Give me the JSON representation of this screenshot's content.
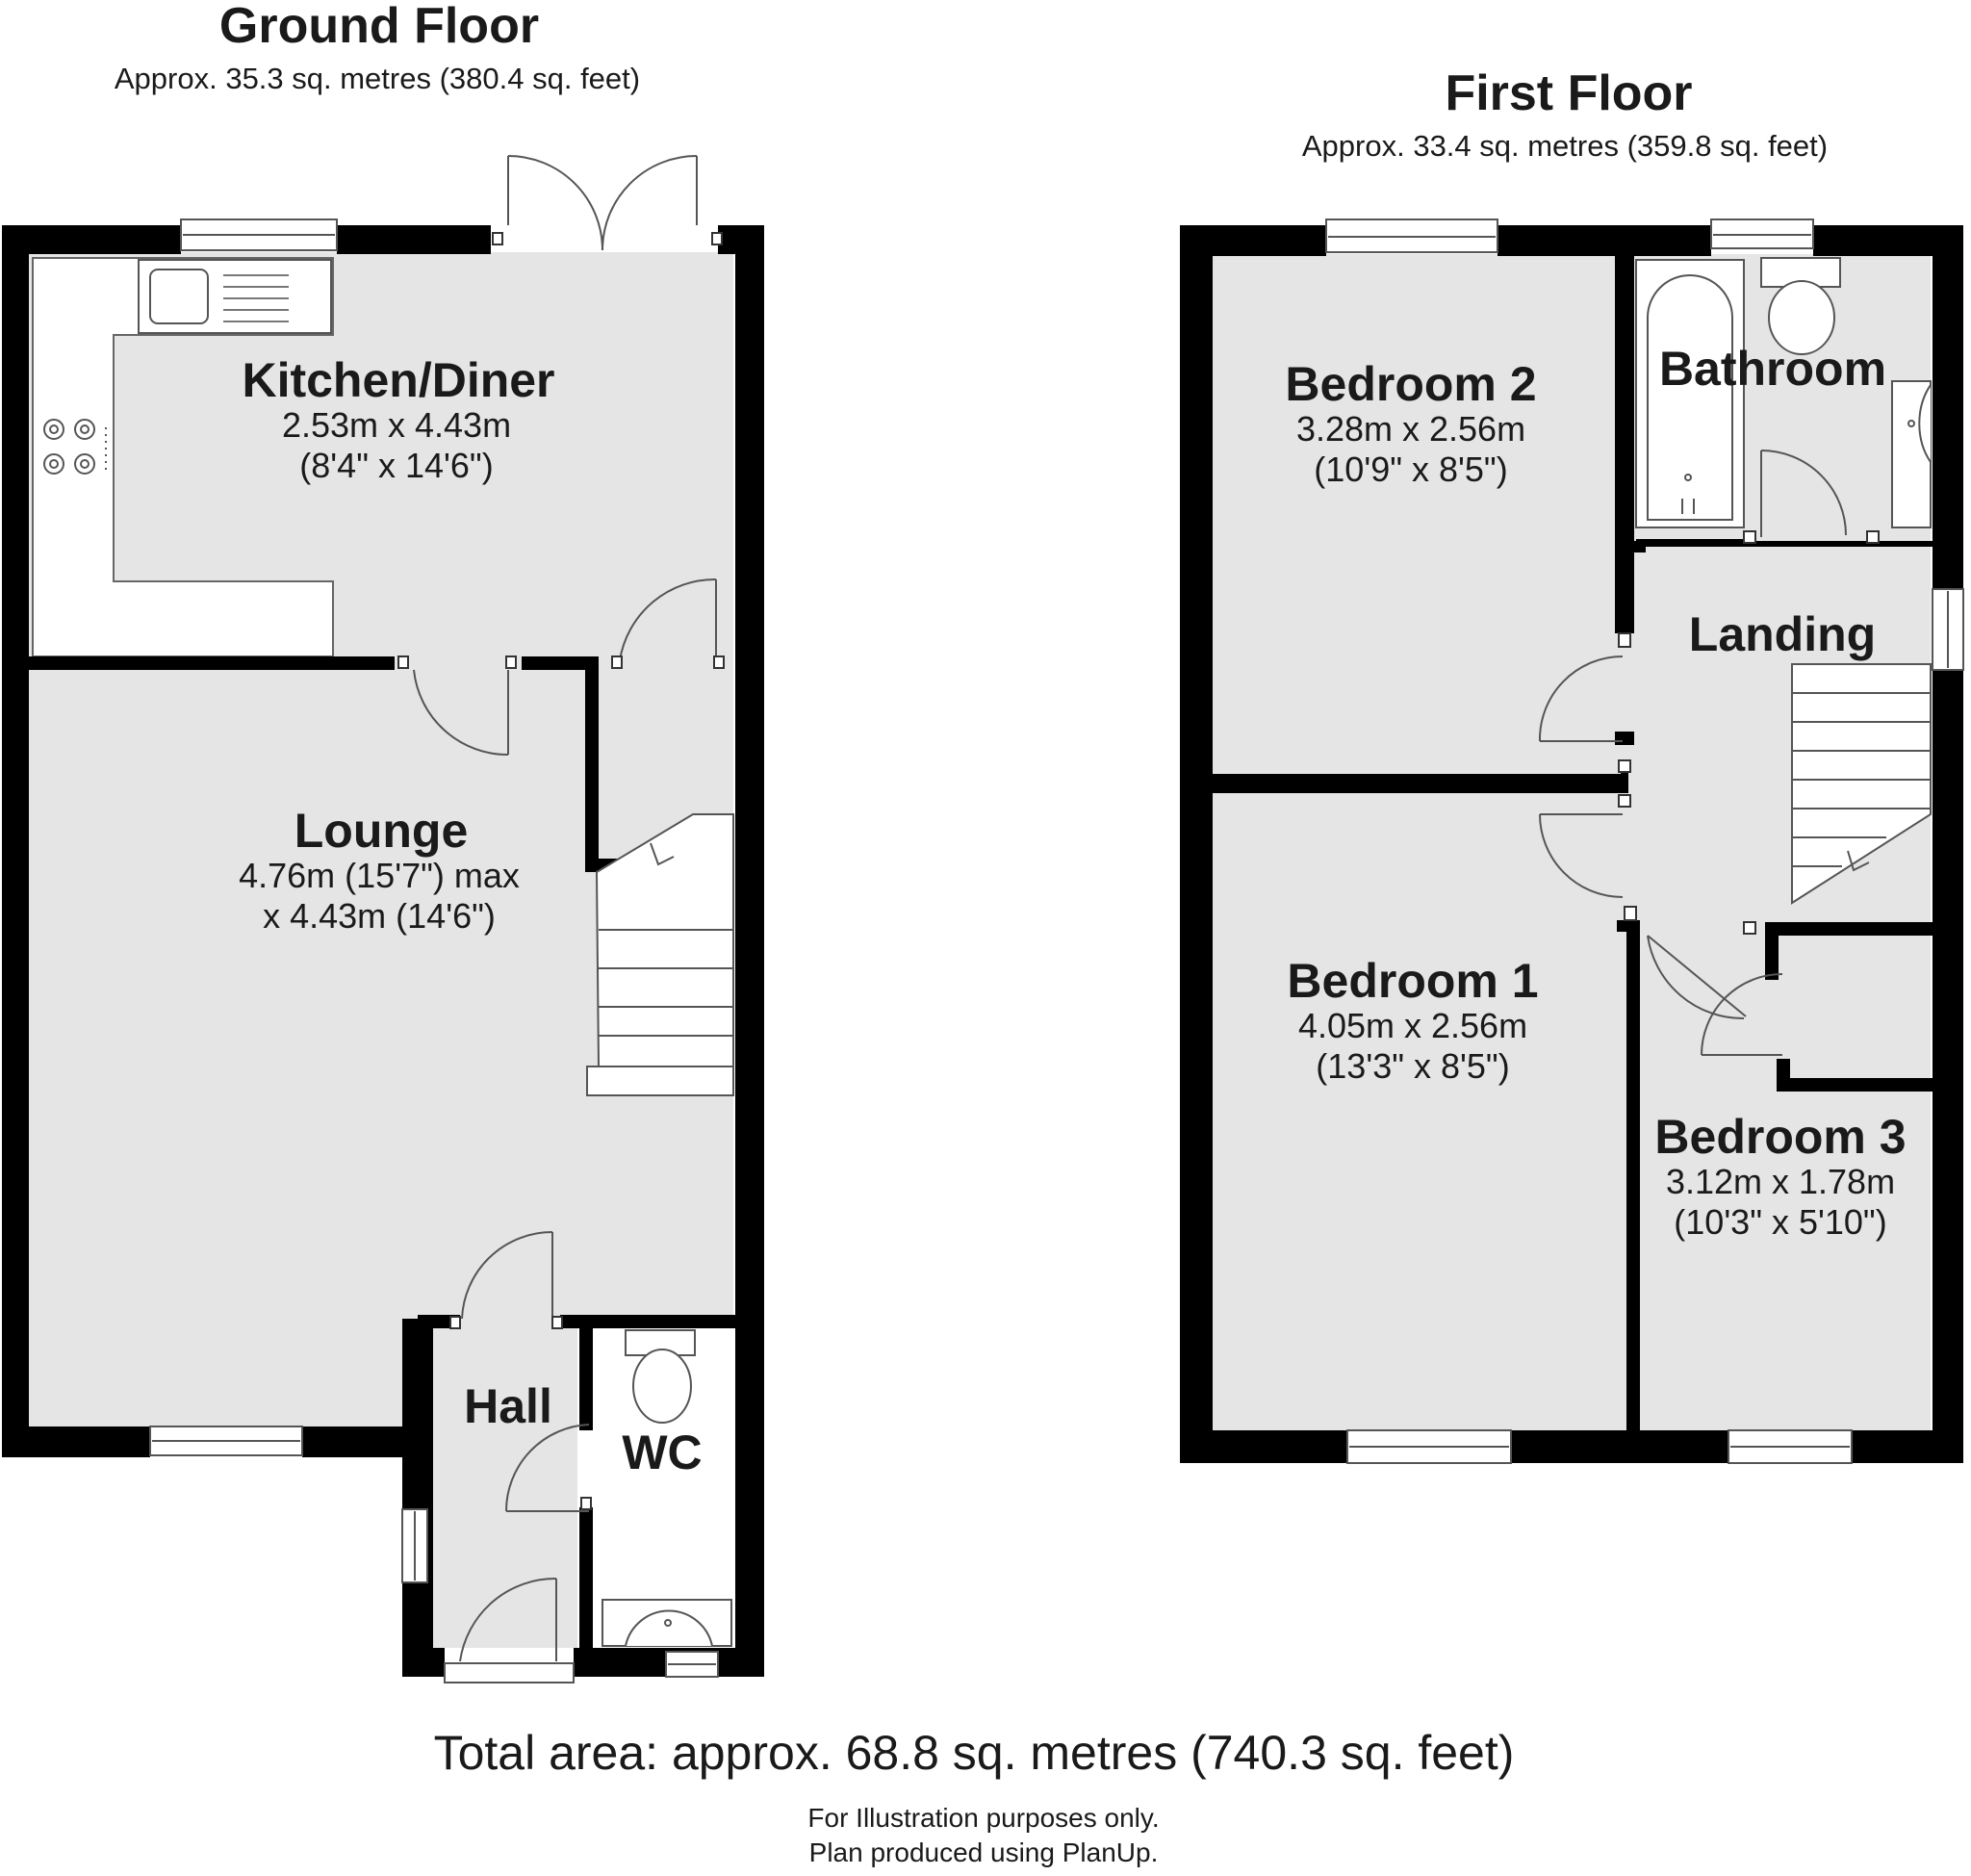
{
  "ground_floor": {
    "title": "Ground Floor",
    "area": "Approx. 35.3 sq. metres (380.4 sq. feet)",
    "rooms": {
      "kitchen": {
        "name": "Kitchen/Diner",
        "dim1": "2.53m x 4.43m",
        "dim2": "(8'4\" x 14'6\")"
      },
      "lounge": {
        "name": "Lounge",
        "dim1": "4.76m (15'7\") max",
        "dim2": "x 4.43m (14'6\")"
      },
      "hall": {
        "name": "Hall"
      },
      "wc": {
        "name": "WC"
      }
    }
  },
  "first_floor": {
    "title": "First Floor",
    "area": "Approx. 33.4 sq. metres (359.8 sq. feet)",
    "rooms": {
      "bedroom2": {
        "name": "Bedroom 2",
        "dim1": "3.28m x 2.56m",
        "dim2": "(10'9\" x 8'5\")"
      },
      "bathroom": {
        "name": "Bathroom"
      },
      "landing": {
        "name": "Landing"
      },
      "bedroom1": {
        "name": "Bedroom 1",
        "dim1": "4.05m x 2.56m",
        "dim2": "(13'3\" x 8'5\")"
      },
      "bedroom3": {
        "name": "Bedroom 3",
        "dim1": "3.12m x 1.78m",
        "dim2": "(10'3\" x 5'10\")"
      }
    }
  },
  "total_area": "Total area: approx. 68.8 sq. metres (740.3 sq. feet)",
  "disclaimer": "For Illustration purposes only.",
  "produced_by": "Plan produced using PlanUp.",
  "colors": {
    "wall": "#000000",
    "floor": "#e5e5e5",
    "line": "#444444",
    "background": "#ffffff"
  }
}
